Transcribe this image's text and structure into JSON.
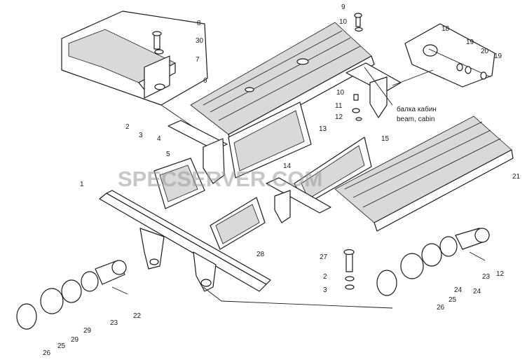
{
  "callouts": {
    "c1": "1",
    "c2a": "2",
    "c2b": "2",
    "c3a": "3",
    "c3b": "3",
    "c4": "4",
    "c5": "5",
    "c6": "6",
    "c7": "7",
    "c8": "8",
    "c9": "9",
    "c10a": "10",
    "c10b": "10",
    "c11": "11",
    "c12a": "12",
    "c12b": "12",
    "c13": "13",
    "c14": "14",
    "c15": "15",
    "c18": "18",
    "c19a": "19",
    "c19b": "19",
    "c20": "20",
    "c21": "21",
    "c22": "22",
    "c23a": "23",
    "c23b": "23",
    "c24a": "24",
    "c24b": "24",
    "c25a": "25",
    "c25b": "25",
    "c26a": "26",
    "c26b": "26",
    "c27": "27",
    "c28": "28",
    "c29a": "29",
    "c29b": "29",
    "c30": "30"
  },
  "annotation": {
    "ru": "балка кабин",
    "en": "beam, cabin"
  },
  "watermark": "SPECSERVER.COM"
}
